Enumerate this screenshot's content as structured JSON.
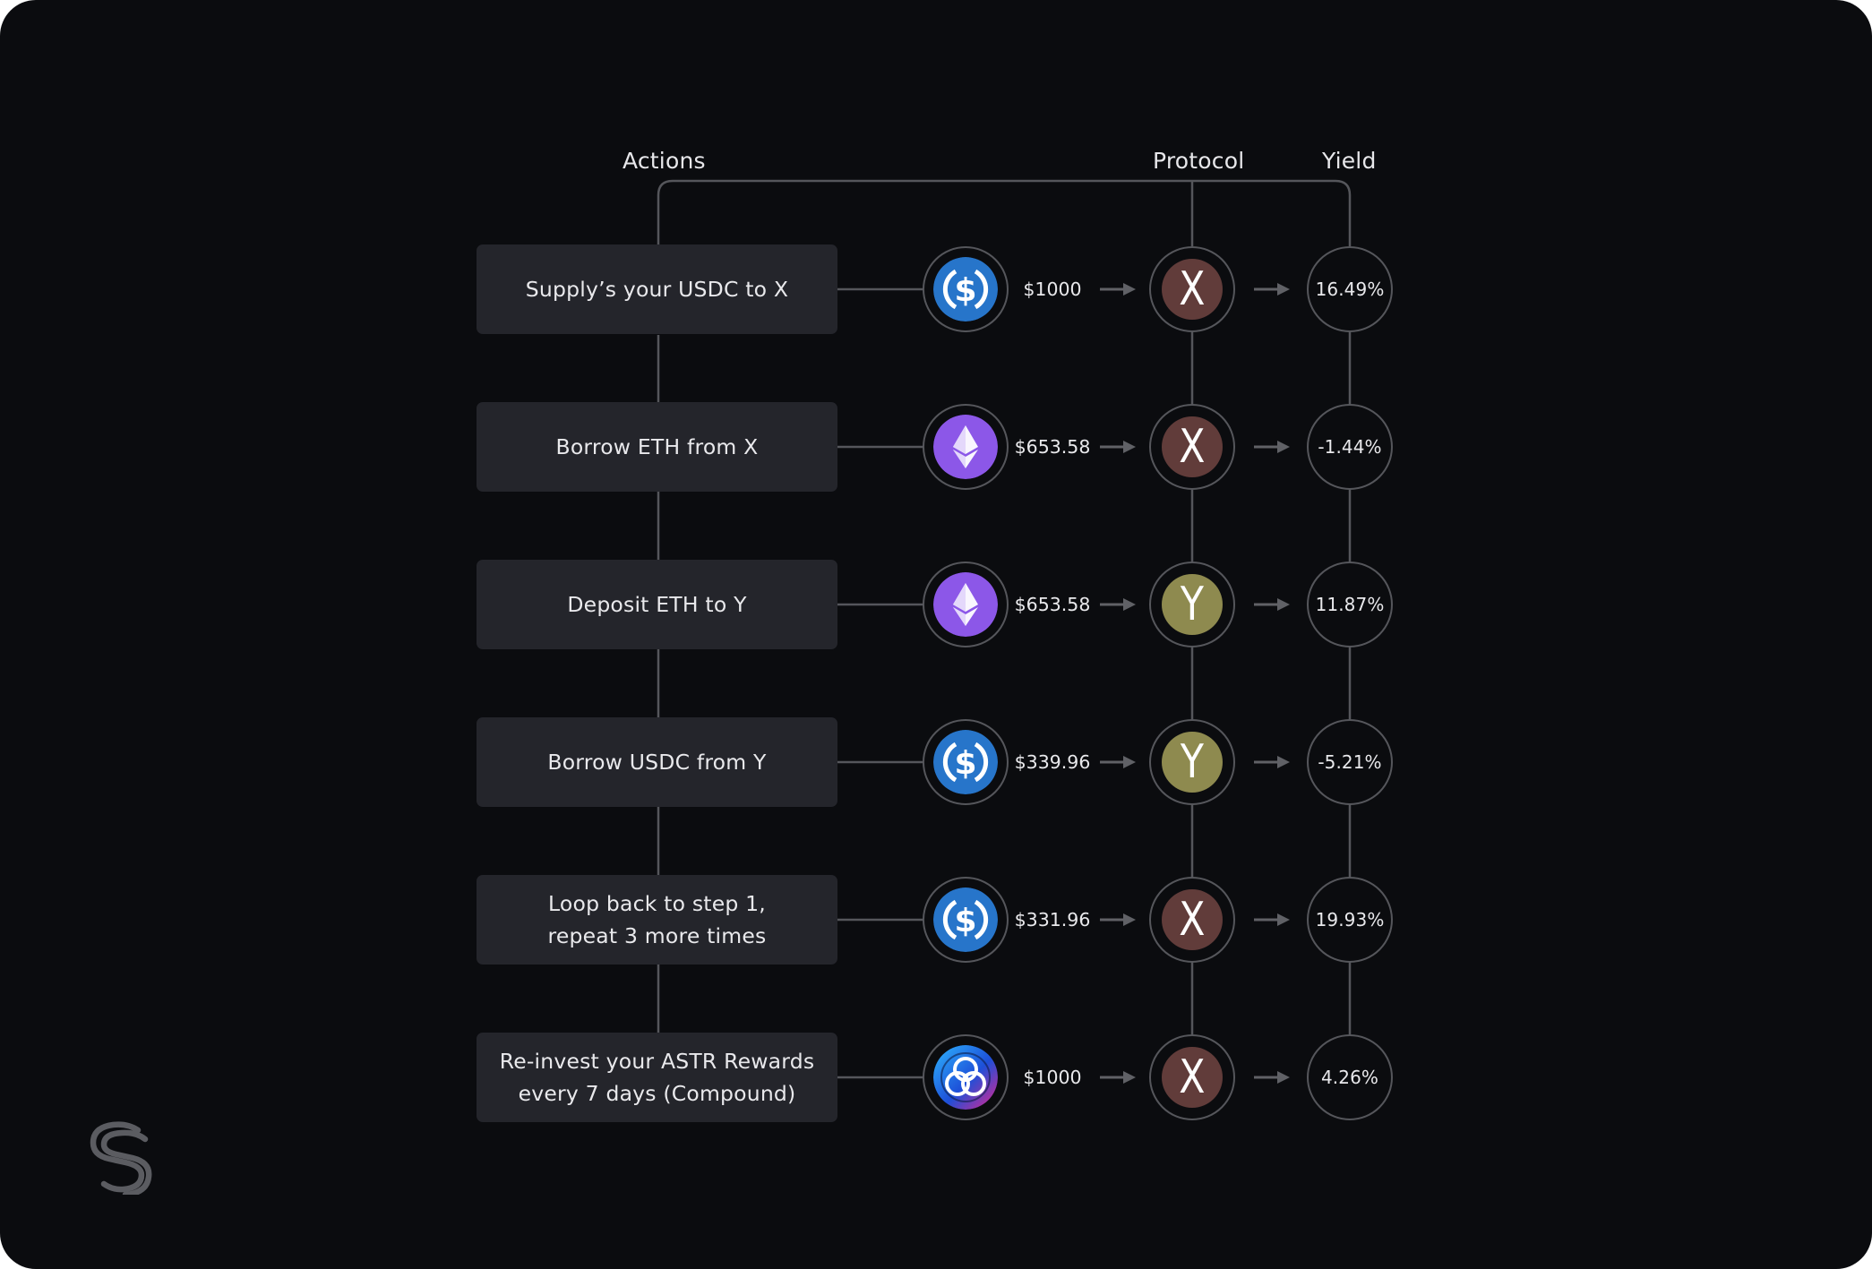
{
  "colors": {
    "background": "#0b0c0f",
    "action_box": "#24252b",
    "line": "#55565b",
    "protocol_x": "#613c3a",
    "protocol_y": "#8e8a4f",
    "usdc": "#2775ca",
    "eth": "#8c57e8"
  },
  "headers": {
    "actions": "Actions",
    "protocol": "Protocol",
    "yield": "Yield"
  },
  "rows": [
    {
      "action_lines": [
        "Supply’s your USDC to X"
      ],
      "token_icon": "usdc-icon",
      "amount": "$1000",
      "protocol": "X",
      "yield": "16.49%"
    },
    {
      "action_lines": [
        "Borrow ETH from X"
      ],
      "token_icon": "eth-icon",
      "amount": "$653.58",
      "protocol": "X",
      "yield": "-1.44%"
    },
    {
      "action_lines": [
        "Deposit ETH to Y"
      ],
      "token_icon": "eth-icon",
      "amount": "$653.58",
      "protocol": "Y",
      "yield": "11.87%"
    },
    {
      "action_lines": [
        "Borrow USDC from Y"
      ],
      "token_icon": "usdc-icon",
      "amount": "$339.96",
      "protocol": "Y",
      "yield": "-5.21%"
    },
    {
      "action_lines": [
        "Loop back to step 1,",
        "repeat 3 more times"
      ],
      "token_icon": "usdc-icon",
      "amount": "$331.96",
      "protocol": "X",
      "yield": "19.93%"
    },
    {
      "action_lines": [
        "Re-invest your ASTR Rewards",
        "every 7 days (Compound)"
      ],
      "token_icon": "astr-icon",
      "amount": "$1000",
      "protocol": "X",
      "yield": "4.26%"
    }
  ],
  "logo_icon": "brand-s-logo-icon"
}
